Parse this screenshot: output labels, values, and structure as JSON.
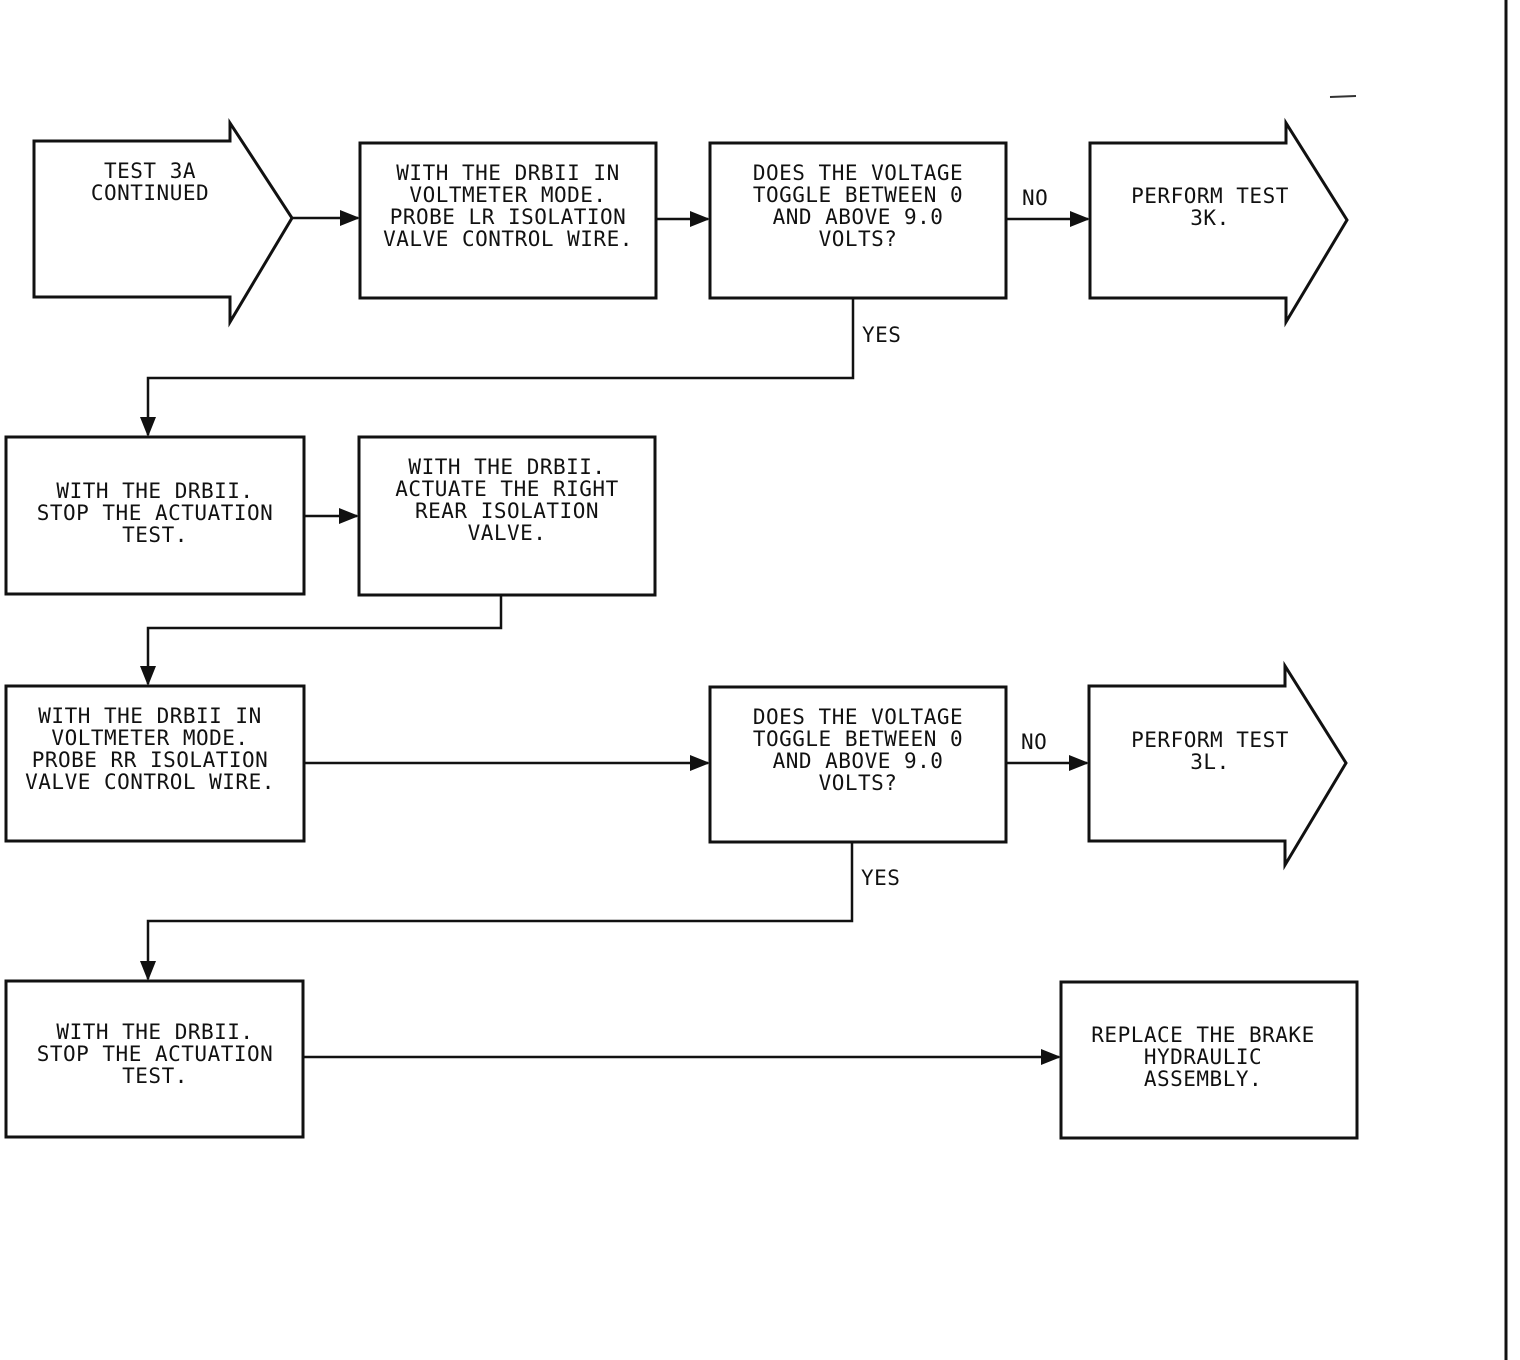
{
  "nodes": {
    "start": {
      "lines": [
        "TEST 3A",
        "CONTINUED"
      ]
    },
    "probe_lr": {
      "lines": [
        "WITH THE DRBII IN",
        "VOLTMETER MODE.",
        "PROBE LR ISOLATION",
        "VALVE CONTROL WIRE."
      ]
    },
    "decision1": {
      "lines": [
        "DOES THE VOLTAGE",
        "TOGGLE BETWEEN 0",
        "AND ABOVE 9.0",
        "VOLTS?"
      ]
    },
    "test3k": {
      "lines": [
        "PERFORM TEST",
        "3K."
      ]
    },
    "stop1": {
      "lines": [
        "WITH THE DRBII.",
        "STOP THE ACTUATION",
        "TEST."
      ]
    },
    "actuate_rr": {
      "lines": [
        "WITH THE DRBII.",
        "ACTUATE THE RIGHT",
        "REAR ISOLATION",
        "VALVE."
      ]
    },
    "probe_rr": {
      "lines": [
        "WITH THE DRBII IN",
        "VOLTMETER MODE.",
        "PROBE RR ISOLATION",
        "VALVE CONTROL WIRE."
      ]
    },
    "decision2": {
      "lines": [
        "DOES THE VOLTAGE",
        "TOGGLE BETWEEN 0",
        "AND ABOVE 9.0",
        "VOLTS?"
      ]
    },
    "test3l": {
      "lines": [
        "PERFORM TEST",
        "3L."
      ]
    },
    "stop2": {
      "lines": [
        "WITH THE DRBII.",
        "STOP THE ACTUATION",
        "TEST."
      ]
    },
    "replace": {
      "lines": [
        "REPLACE THE BRAKE",
        "HYDRAULIC",
        "ASSEMBLY."
      ]
    }
  },
  "labels": {
    "no1": "NO",
    "yes1": "YES",
    "no2": "NO",
    "yes2": "YES"
  }
}
